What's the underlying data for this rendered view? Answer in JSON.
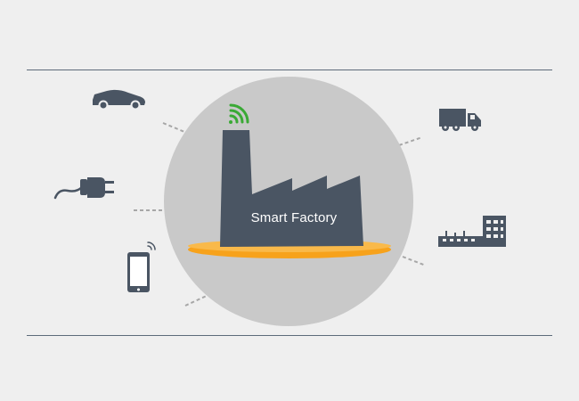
{
  "factory": {
    "label": "Smart Factory"
  },
  "colors": {
    "background": "#efefef",
    "circle": "#c9c9c9",
    "factory_body": "#4a5563",
    "platform": "#f7a21b",
    "signal": "#3aa935",
    "icons": "#4a5563",
    "connectors": "#a7a7a7",
    "rules": "#5d6b7a"
  },
  "nodes": [
    {
      "id": "car",
      "icon": "car-icon"
    },
    {
      "id": "plug",
      "icon": "power-plug-icon"
    },
    {
      "id": "phone",
      "icon": "smartphone-icon"
    },
    {
      "id": "truck",
      "icon": "delivery-truck-icon"
    },
    {
      "id": "warehouse",
      "icon": "warehouse-building-icon"
    }
  ]
}
